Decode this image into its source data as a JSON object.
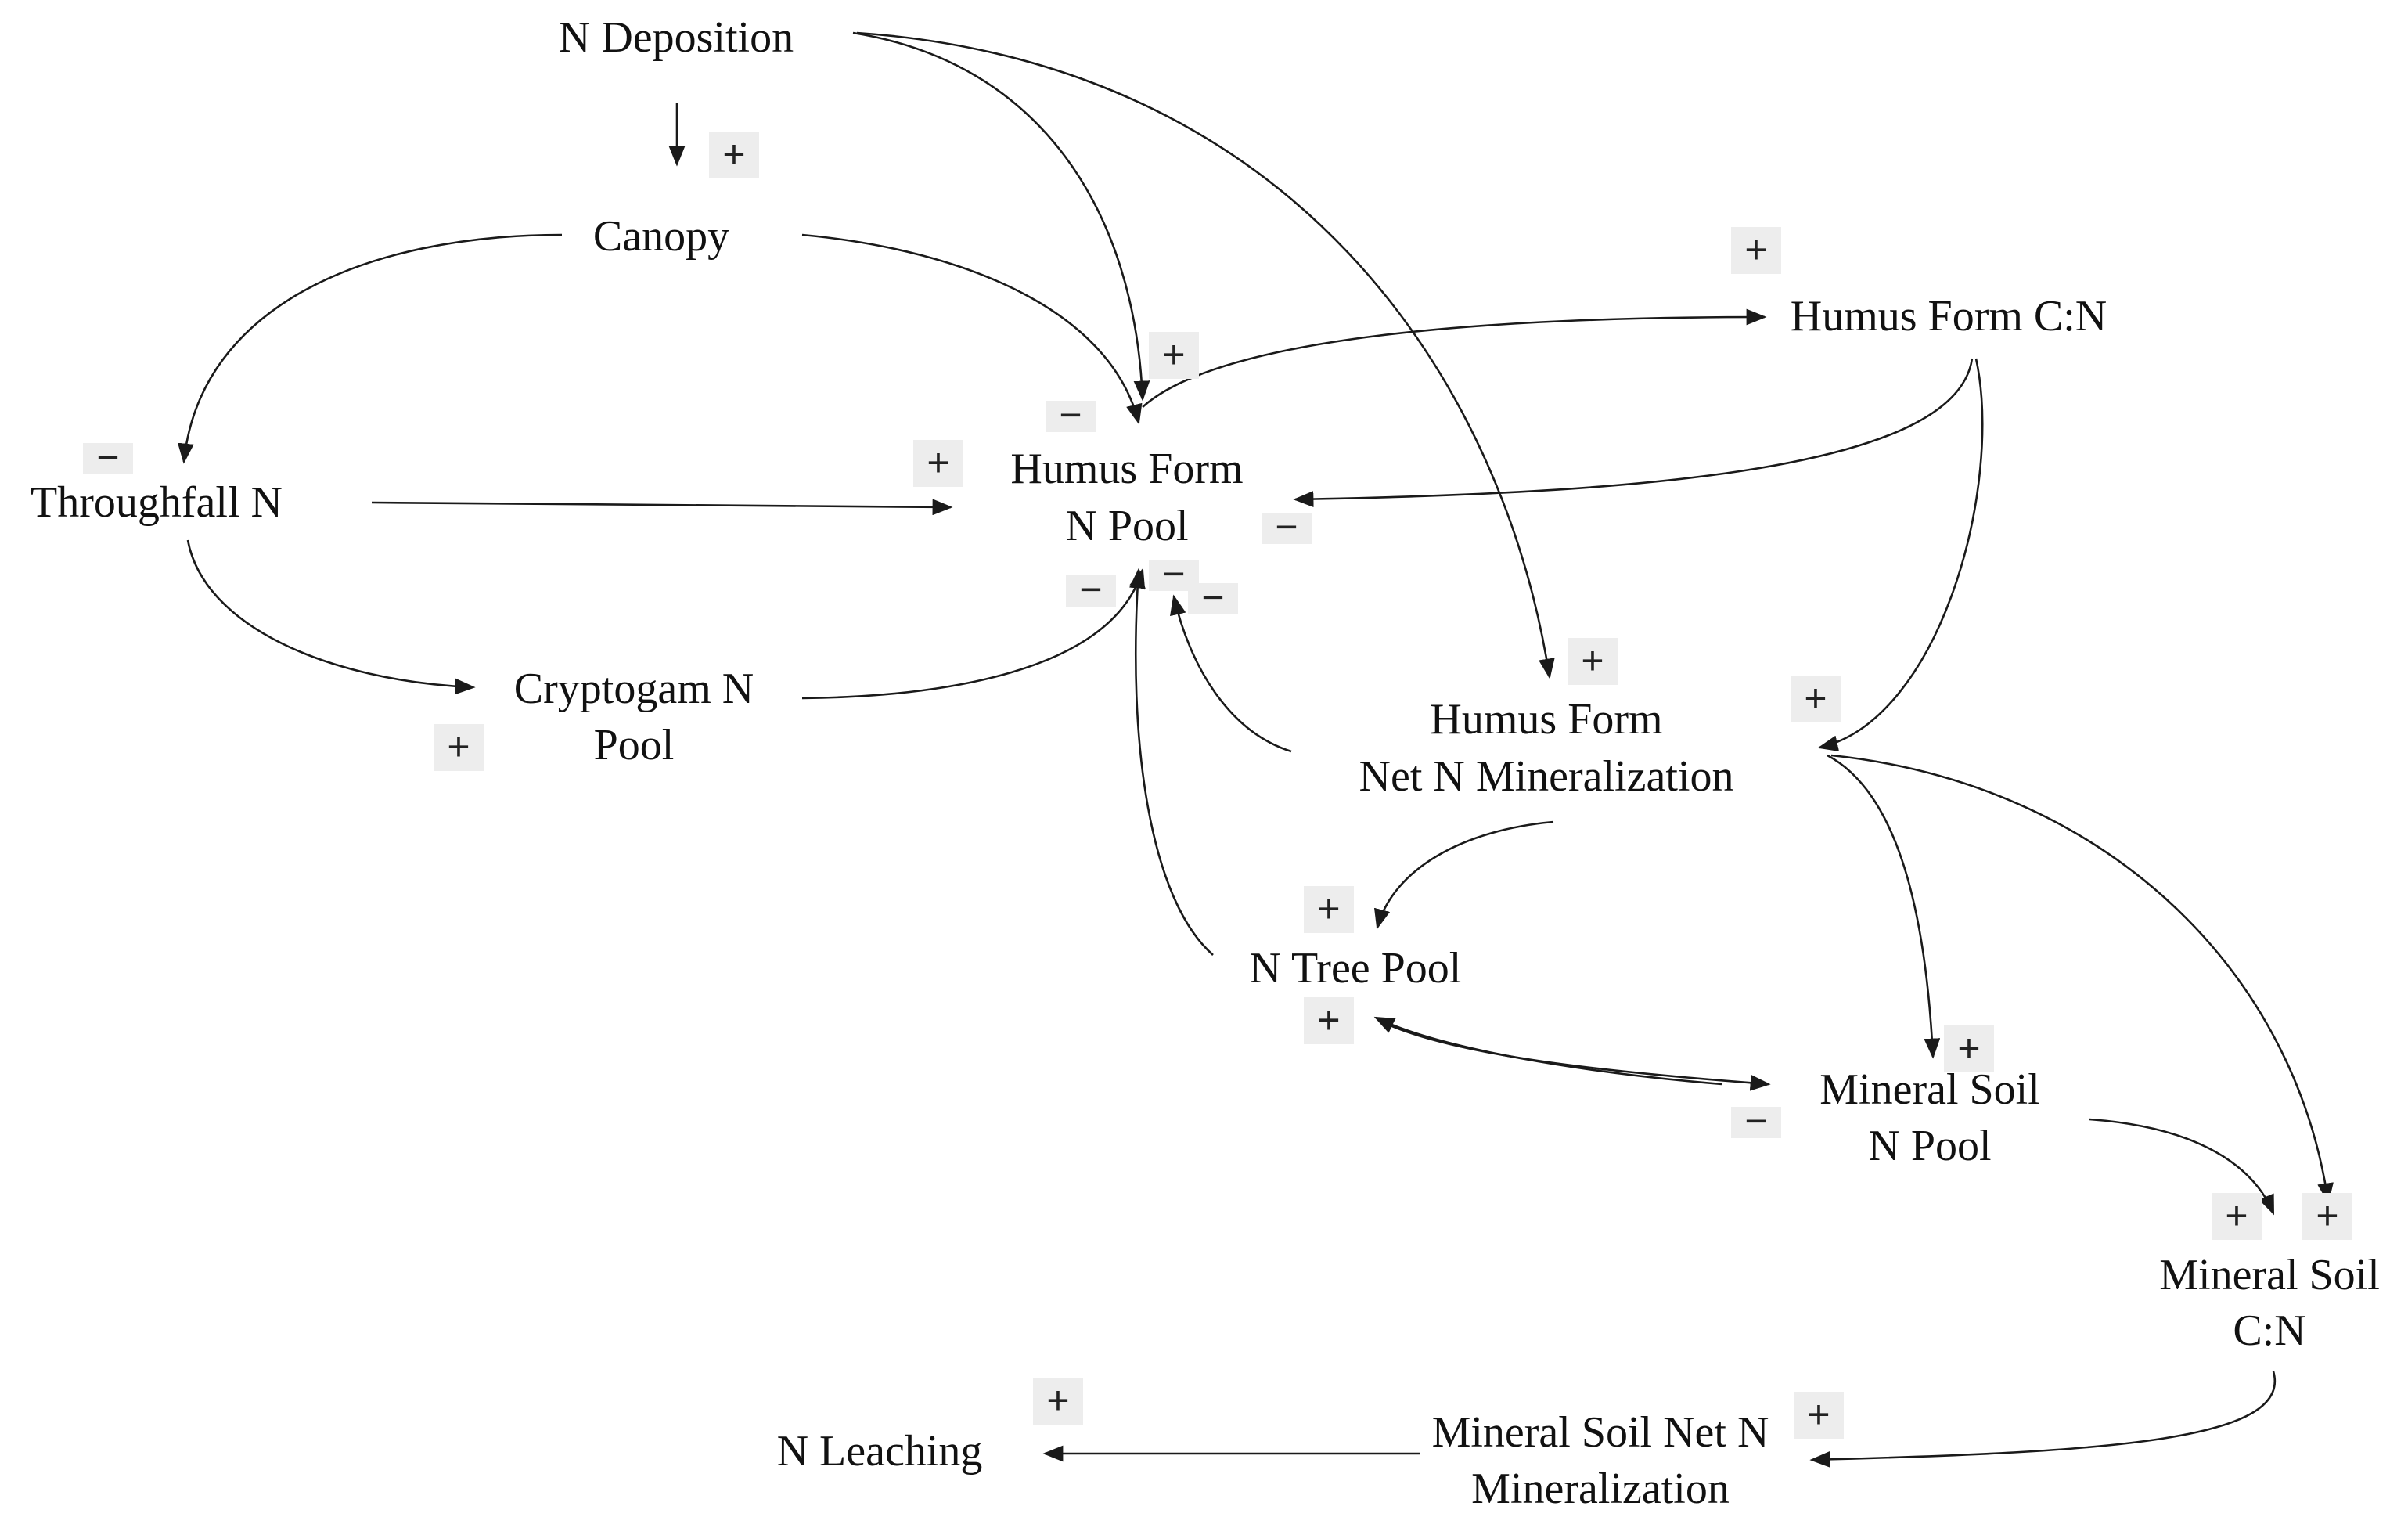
{
  "nodes": {
    "n_deposition": {
      "lines": [
        "N Deposition"
      ]
    },
    "canopy": {
      "lines": [
        "Canopy"
      ]
    },
    "throughfall_n": {
      "lines": [
        "Throughfall N"
      ]
    },
    "humus_form_n_pool": {
      "lines": [
        "Humus Form",
        "N Pool"
      ]
    },
    "humus_form_cn": {
      "lines": [
        "Humus Form C:N"
      ]
    },
    "cryptogam_n_pool": {
      "lines": [
        "Cryptogam N",
        "Pool"
      ]
    },
    "humus_form_net_n_mineralization": {
      "lines": [
        "Humus Form",
        "Net N Mineralization"
      ]
    },
    "n_tree_pool": {
      "lines": [
        "N Tree Pool"
      ]
    },
    "mineral_soil_n_pool": {
      "lines": [
        "Mineral Soil",
        "N Pool"
      ]
    },
    "mineral_soil_cn": {
      "lines": [
        "Mineral Soil",
        "C:N"
      ]
    },
    "mineral_soil_net_n_mineralization": {
      "lines": [
        "Mineral Soil Net N",
        "Mineralization"
      ]
    },
    "n_leaching": {
      "lines": [
        "N Leaching"
      ]
    }
  },
  "signs": {
    "plus": "+",
    "minus": "−"
  },
  "edges": [
    {
      "from": "n_deposition",
      "to": "canopy",
      "sign": "+"
    },
    {
      "from": "n_deposition",
      "to": "humus_form_n_pool",
      "sign": "+"
    },
    {
      "from": "n_deposition",
      "to": "humus_form_net_n_mineralization",
      "sign": "+"
    },
    {
      "from": "canopy",
      "to": "throughfall_n",
      "sign": "−"
    },
    {
      "from": "canopy",
      "to": "humus_form_n_pool",
      "sign": "−"
    },
    {
      "from": "throughfall_n",
      "to": "humus_form_n_pool",
      "sign": "+"
    },
    {
      "from": "throughfall_n",
      "to": "cryptogam_n_pool",
      "sign": "+"
    },
    {
      "from": "humus_form_n_pool",
      "to": "humus_form_cn",
      "sign": "+"
    },
    {
      "from": "humus_form_cn",
      "to": "humus_form_n_pool",
      "sign": "−"
    },
    {
      "from": "humus_form_cn",
      "to": "humus_form_net_n_mineralization",
      "sign": "+"
    },
    {
      "from": "cryptogam_n_pool",
      "to": "humus_form_n_pool",
      "sign": "−"
    },
    {
      "from": "humus_form_net_n_mineralization",
      "to": "humus_form_n_pool",
      "sign": "−"
    },
    {
      "from": "n_tree_pool",
      "to": "humus_form_n_pool",
      "sign": "−"
    },
    {
      "from": "humus_form_net_n_mineralization",
      "to": "n_tree_pool",
      "sign": "+"
    },
    {
      "from": "humus_form_net_n_mineralization",
      "to": "mineral_soil_n_pool",
      "sign": "+"
    },
    {
      "from": "humus_form_net_n_mineralization",
      "to": "mineral_soil_cn",
      "sign": "+"
    },
    {
      "from": "mineral_soil_n_pool",
      "to": "n_tree_pool",
      "sign": "+"
    },
    {
      "from": "n_tree_pool",
      "to": "mineral_soil_n_pool",
      "sign": "−"
    },
    {
      "from": "mineral_soil_n_pool",
      "to": "mineral_soil_cn",
      "sign": "+"
    },
    {
      "from": "mineral_soil_cn",
      "to": "mineral_soil_net_n_mineralization",
      "sign": "+"
    },
    {
      "from": "mineral_soil_net_n_mineralization",
      "to": "n_leaching",
      "sign": "+"
    }
  ]
}
